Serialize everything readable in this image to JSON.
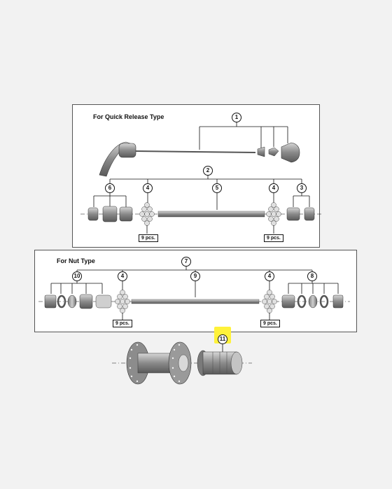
{
  "panels": {
    "quick_release": {
      "title": "For Quick Release Type"
    },
    "nut": {
      "title": "For Nut Type"
    }
  },
  "callouts": {
    "c1": "1",
    "c2": "2",
    "c3": "3",
    "c4a": "4",
    "c4b": "4",
    "c5": "5",
    "c6": "6",
    "c7": "7",
    "c4c": "4",
    "c4d": "4",
    "c8": "8",
    "c9": "9",
    "c10": "10",
    "c11": "11"
  },
  "quantities": {
    "q1": "9 pcs.",
    "q2": "9 pcs.",
    "q3": "9 pcs.",
    "q4": "9 pcs."
  },
  "colors": {
    "highlight": "#fff23a",
    "part_dark": "#6e6e6e",
    "part_light": "#bdbdbd",
    "line": "#111111"
  }
}
